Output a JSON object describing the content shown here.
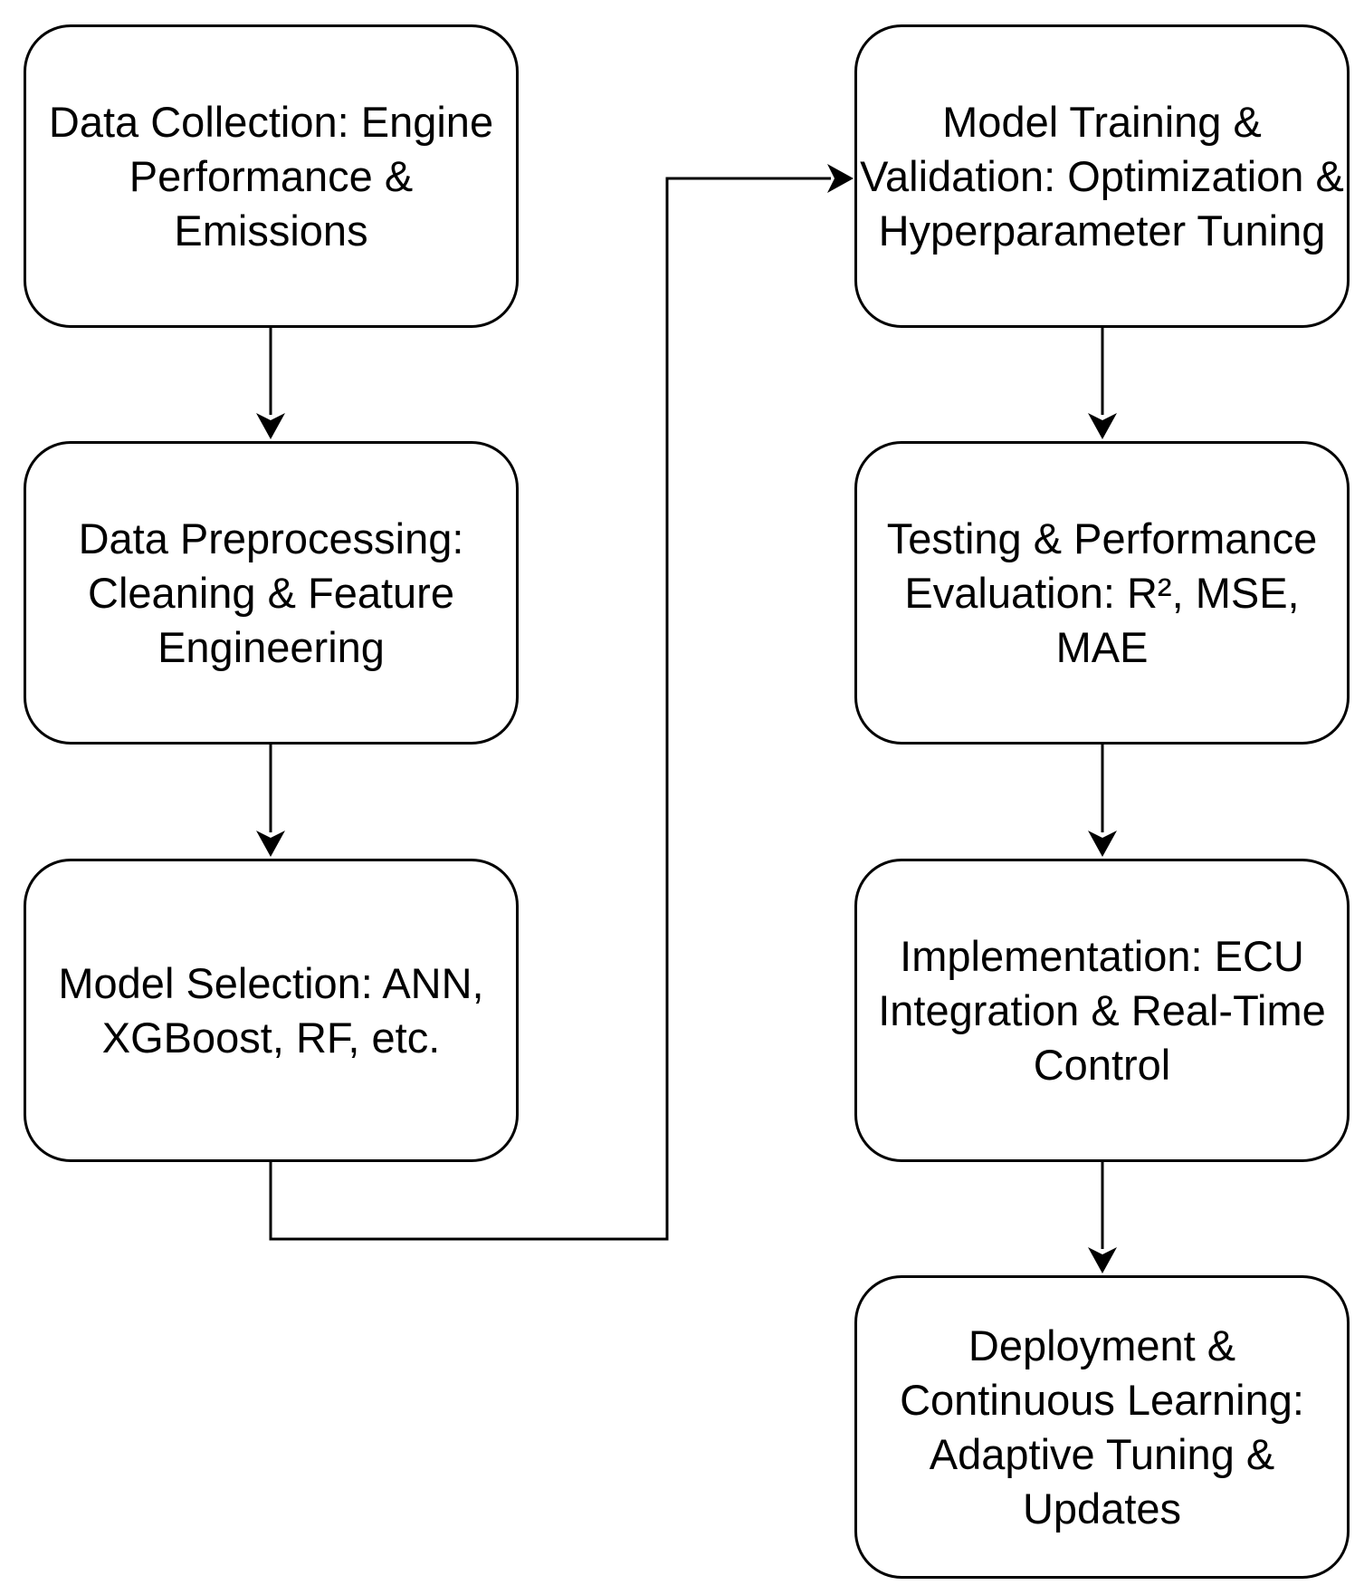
{
  "diagram": {
    "nodes": [
      {
        "id": "data-collection",
        "label": "Data Collection: Engine Performance & Emissions"
      },
      {
        "id": "data-preprocessing",
        "label": "Data Preprocessing: Cleaning & Feature Engineering"
      },
      {
        "id": "model-selection",
        "label": "Model Selection: ANN, XGBoost, RF, etc."
      },
      {
        "id": "model-training",
        "label": "Model Training & Validation: Optimization & Hyperparameter Tuning"
      },
      {
        "id": "testing",
        "label": "Testing & Performance Evaluation: R², MSE, MAE"
      },
      {
        "id": "implementation",
        "label": "Implementation: ECU Integration & Real-Time Control"
      },
      {
        "id": "deployment",
        "label": "Deployment & Continuous Learning: Adaptive Tuning & Updates"
      }
    ],
    "edges": [
      {
        "from": "data-collection",
        "to": "data-preprocessing"
      },
      {
        "from": "data-preprocessing",
        "to": "model-selection"
      },
      {
        "from": "model-selection",
        "to": "model-training"
      },
      {
        "from": "model-training",
        "to": "testing"
      },
      {
        "from": "testing",
        "to": "implementation"
      },
      {
        "from": "implementation",
        "to": "deployment"
      }
    ],
    "colors": {
      "stroke": "#000000",
      "fill": "#ffffff",
      "text": "#000000"
    }
  }
}
